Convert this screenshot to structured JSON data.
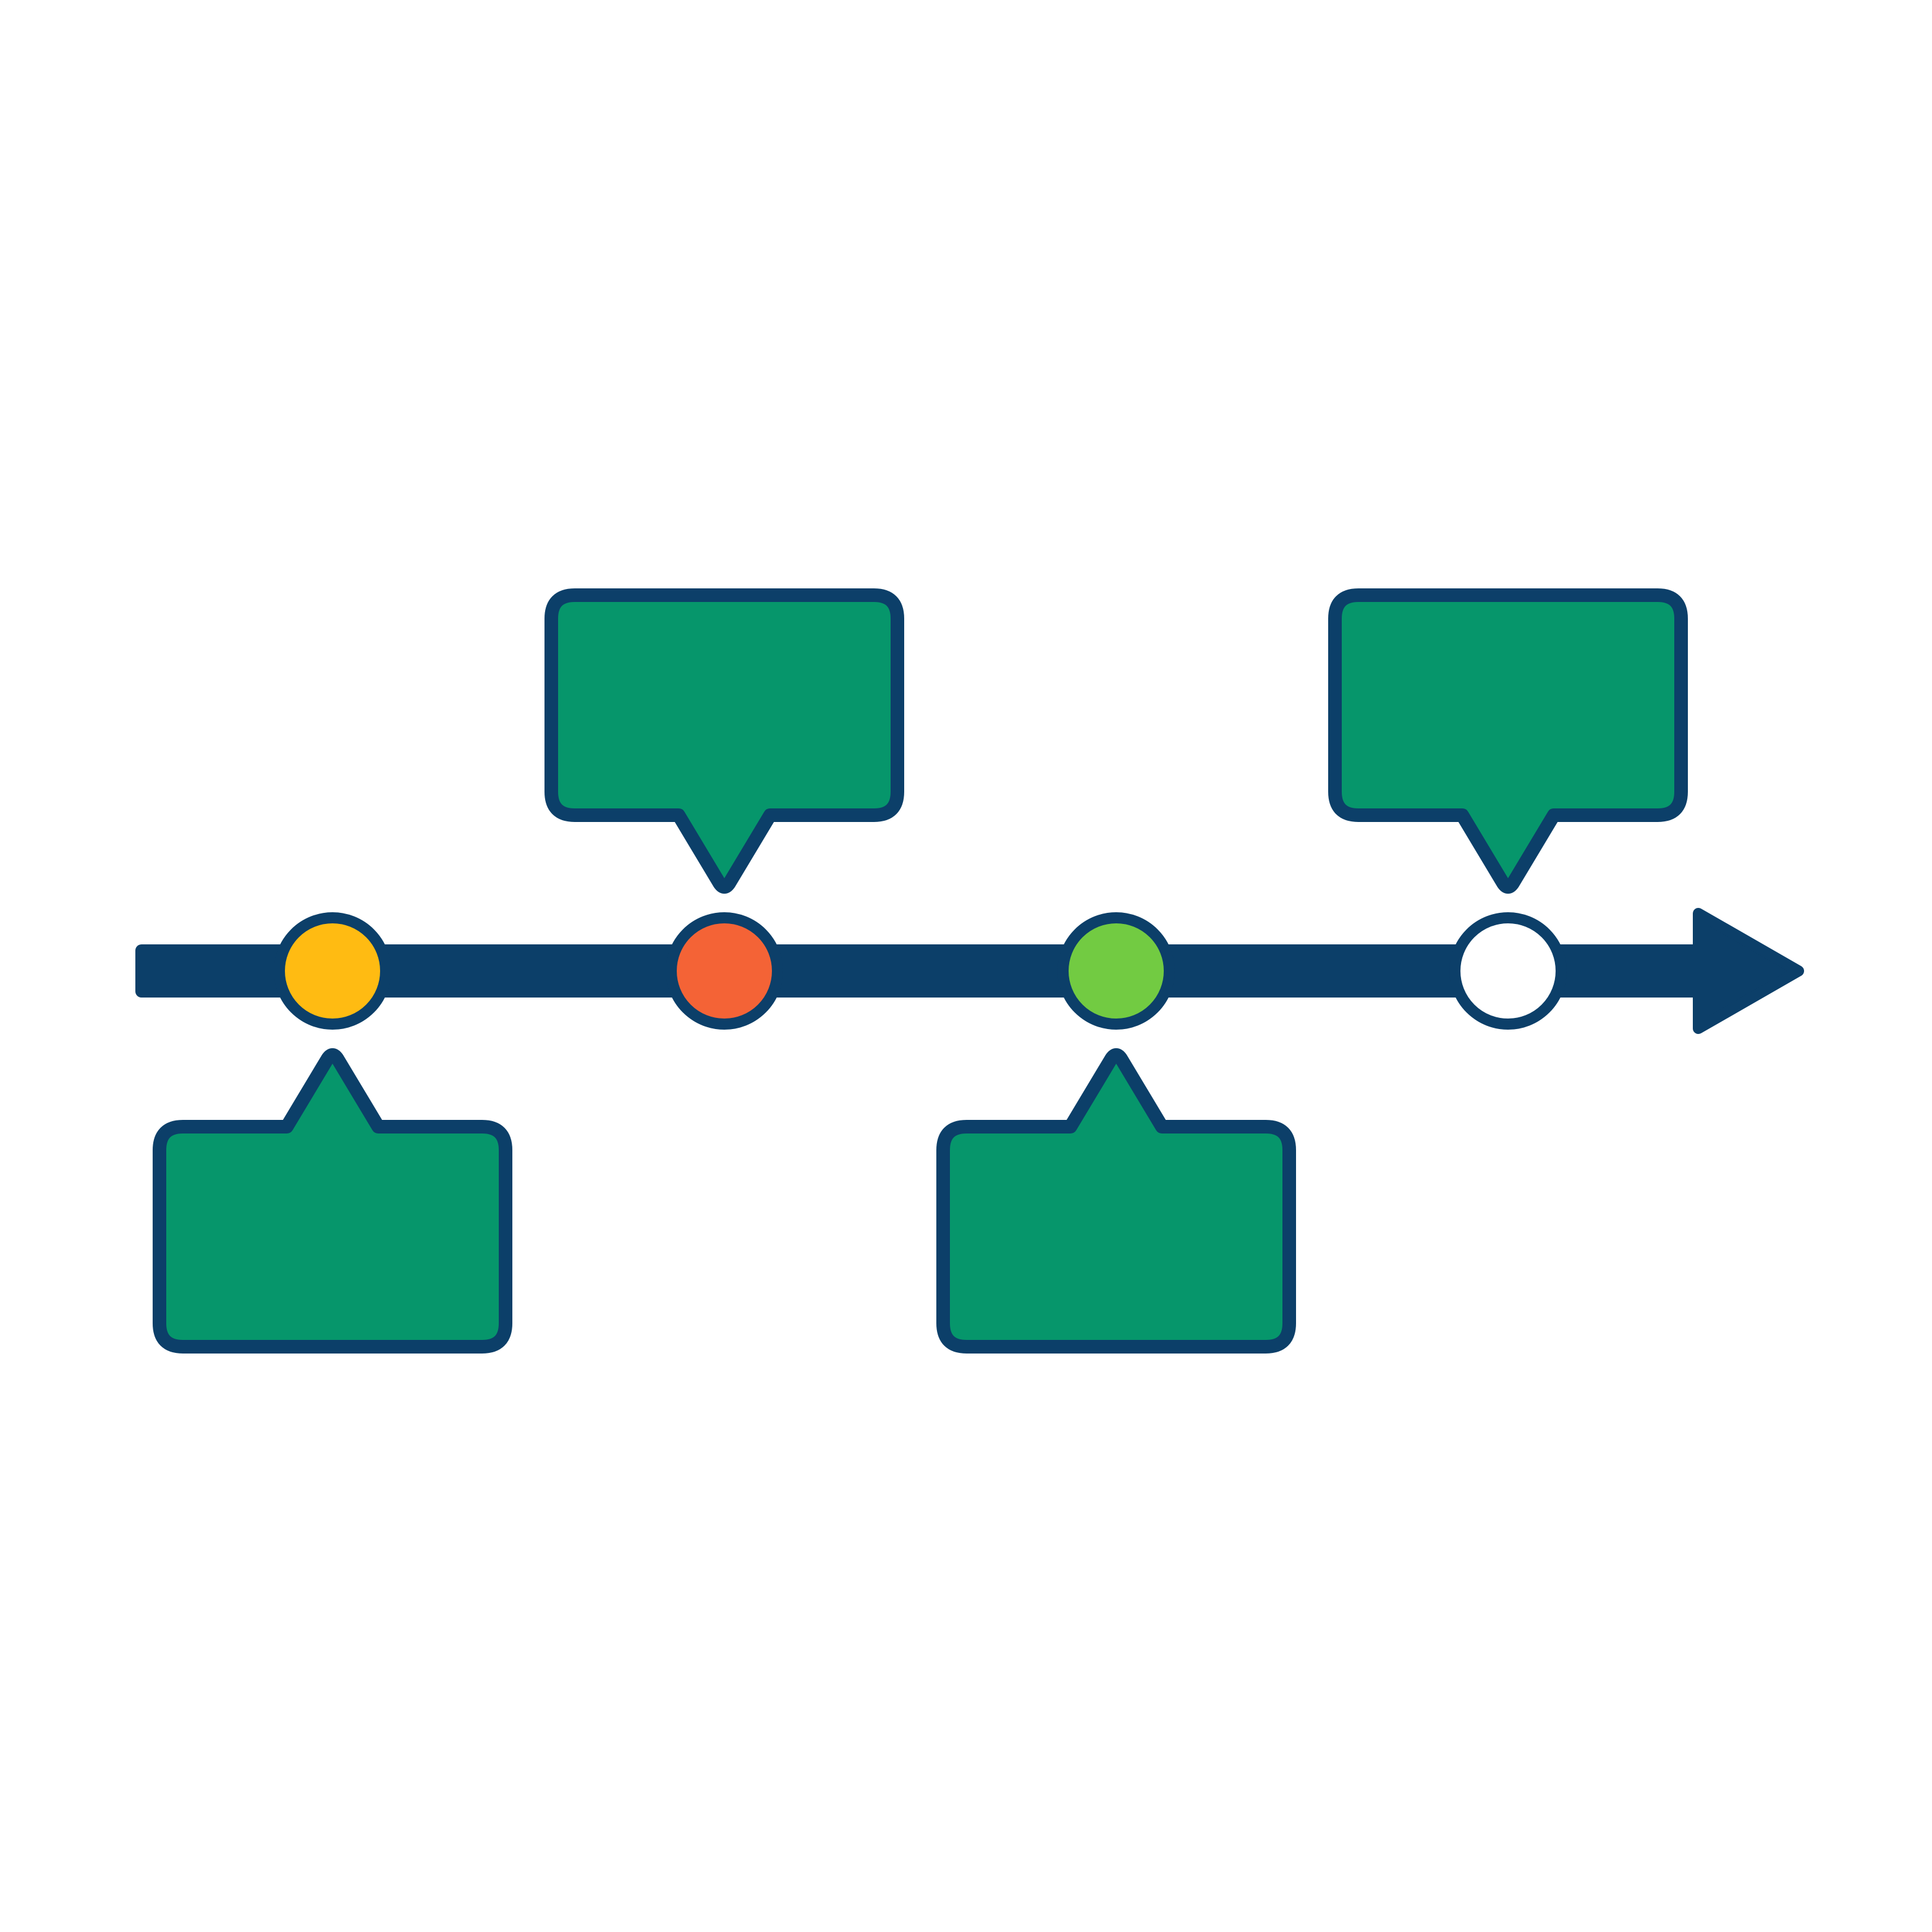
{
  "diagram": {
    "kind": "timeline",
    "colors": {
      "background": "#FFFFFF",
      "outline": "#0C3F69",
      "axis": "#0C3F69",
      "callout_fill": "#06966B"
    },
    "milestones": [
      {
        "id": "m1",
        "dot_color": "#FFBB12",
        "callout": "below",
        "label": ""
      },
      {
        "id": "m2",
        "dot_color": "#F46336",
        "callout": "above",
        "label": ""
      },
      {
        "id": "m3",
        "dot_color": "#72CB42",
        "callout": "below",
        "label": ""
      },
      {
        "id": "m4",
        "dot_color": "#FFFFFF",
        "callout": "above",
        "label": ""
      }
    ],
    "arrow_icon": "arrow-head-right-icon"
  }
}
